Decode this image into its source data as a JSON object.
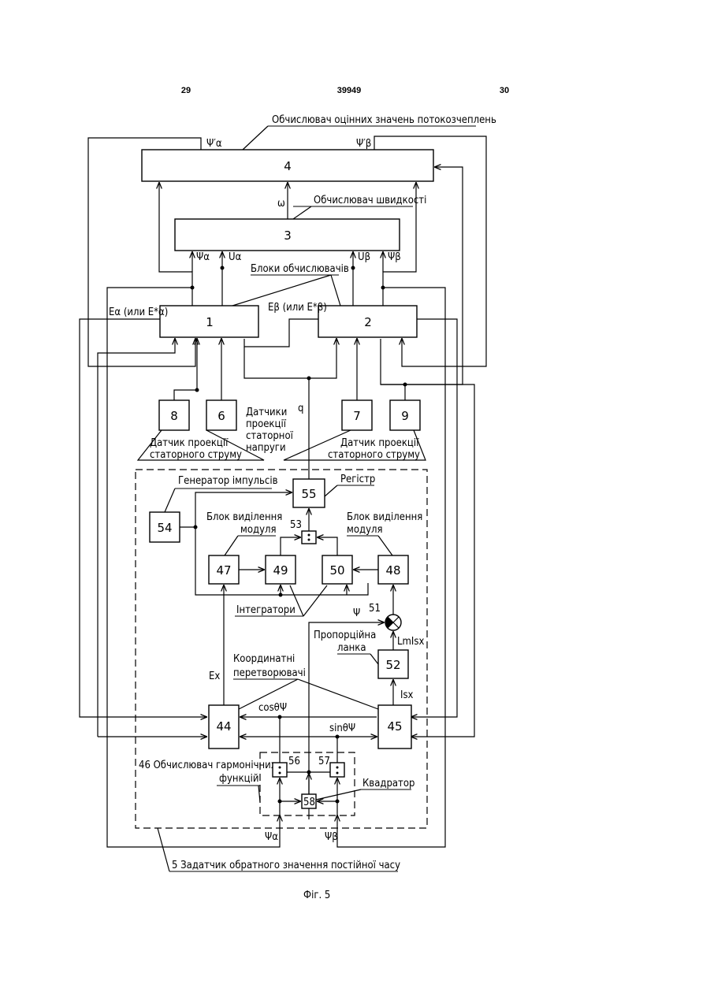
{
  "header": {
    "left": "29",
    "center": "39949",
    "right": "30"
  },
  "labels": {
    "flux_estimator": "Обчислювач оцінних значень потокозчеплень",
    "speed_calc": "Обчислювач швидкості",
    "calc_blocks": "Блоки обчислювачів",
    "current_sensor_left": "Датчик проекції статорного струму",
    "voltage_sensors": "Датчики проекції статорної напруги",
    "current_sensor_right": "Датчик проекції статорного струму",
    "pulse_generator": "Генератор імпульсів",
    "register": "Регістр",
    "module_left": "Блок виділення модуля",
    "module_right": "Блок виділення модуля",
    "integrators": "Інтегратори",
    "proportional": "Пропорційна ланка",
    "coord_converters": "Координатні перетворювачі",
    "harmonic": "46 Обчислювач гармонічних функцій",
    "squarer": "Квадратор",
    "setter": "5 Задатчик обратного значення постійної часу",
    "caption": "Фіг. 5"
  },
  "signals": {
    "psi_a_prime": "Ψ′α",
    "psi_b_prime": "Ψ′β",
    "omega": "ω",
    "psi_a": "Ψα",
    "u_a": "Uα",
    "u_b": "Uβ",
    "psi_b": "Ψβ",
    "e_a": "Eα (или E*α)",
    "e_b": "Eβ (или E*β)",
    "q": "q",
    "psi": "Ψ",
    "lm_isx": "LmIsx",
    "ex": "Ex",
    "isx": "Isx",
    "cos": "cosθΨ",
    "sin": "sinθΨ",
    "psi_a_in": "Ψα",
    "psi_b_in": "Ψβ"
  },
  "blocks": [
    "4",
    "3",
    "1",
    "2",
    "8",
    "6",
    "7",
    "9",
    "55",
    "54",
    "53",
    "47",
    "49",
    "50",
    "48",
    "51",
    "52",
    "44",
    "45",
    "56",
    "57",
    "58"
  ]
}
